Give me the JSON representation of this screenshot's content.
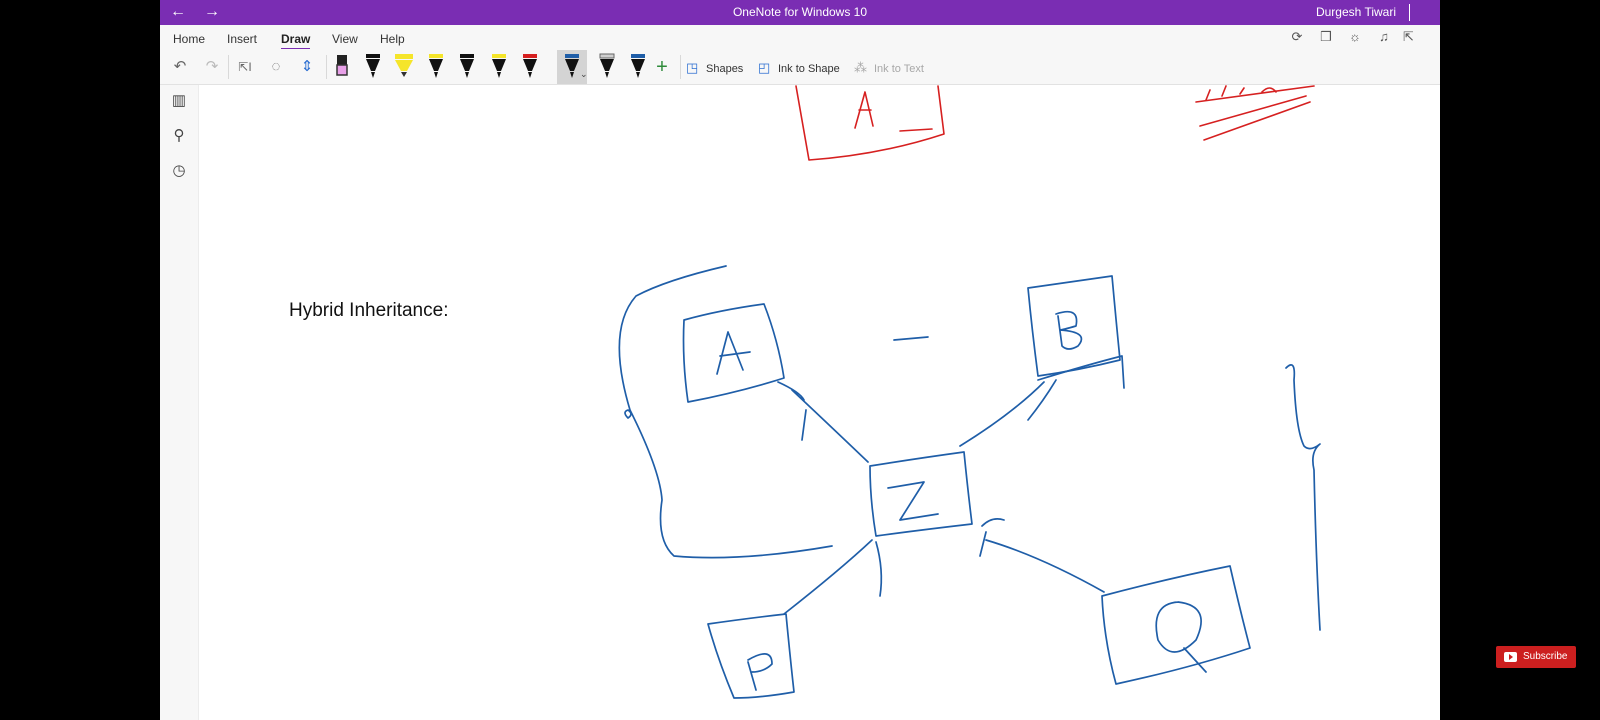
{
  "window": {
    "title": "OneNote for Windows 10",
    "user": "Durgesh Tiwari",
    "back_icon": "←",
    "forward_icon": "→"
  },
  "menu": {
    "tabs": [
      "Home",
      "Insert",
      "Draw",
      "View",
      "Help"
    ],
    "active_tab": "Draw"
  },
  "toolbar": {
    "shapes_label": "Shapes",
    "ink_to_shape_label": "Ink to Shape",
    "ink_to_text_label": "Ink to Text",
    "add_pen_icon": "+",
    "pens": [
      {
        "name": "eraser",
        "color": "#e8a0e8"
      },
      {
        "name": "pen-1",
        "color": "#111111"
      },
      {
        "name": "highlighter-yellow",
        "color": "#f5e52a"
      },
      {
        "name": "pen-2",
        "color": "#f5e52a"
      },
      {
        "name": "pen-3",
        "color": "#111111"
      },
      {
        "name": "pen-4",
        "color": "#f5e52a"
      },
      {
        "name": "pen-5",
        "color": "#d62020"
      },
      {
        "name": "pen-6",
        "color": "#1f5ea8"
      },
      {
        "name": "pen-7",
        "color": "#d0d0d0"
      },
      {
        "name": "pen-8",
        "color": "#1f5ea8"
      }
    ],
    "selected_pen": "pen-6"
  },
  "page": {
    "heading": "Hybrid Inheritance:",
    "ink_labels": [
      "A",
      "B",
      "Z",
      "P",
      "Q",
      "A"
    ]
  },
  "overlay": {
    "subscribe_label": "Subscribe"
  },
  "colors": {
    "accent": "#7a2db3",
    "ink_blue": "#1f5ea8",
    "ink_red": "#d62020",
    "subscribe_red": "#cc1f1f"
  }
}
